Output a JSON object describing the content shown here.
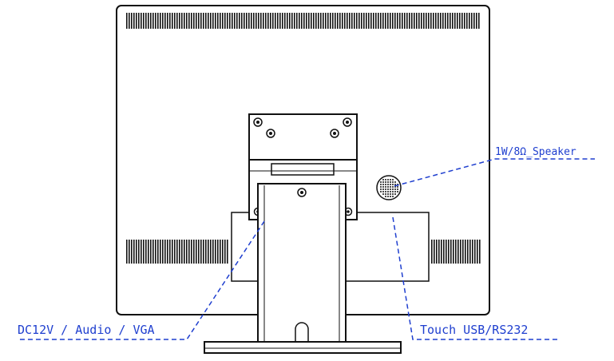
{
  "labels": {
    "speaker": "1W/8Ω_Speaker",
    "power_av": "DC12V / Audio / VGA",
    "touch": "Touch USB/RS232"
  },
  "colors": {
    "line": "#111111",
    "callout": "#1f3fcf",
    "background": "#ffffff"
  }
}
